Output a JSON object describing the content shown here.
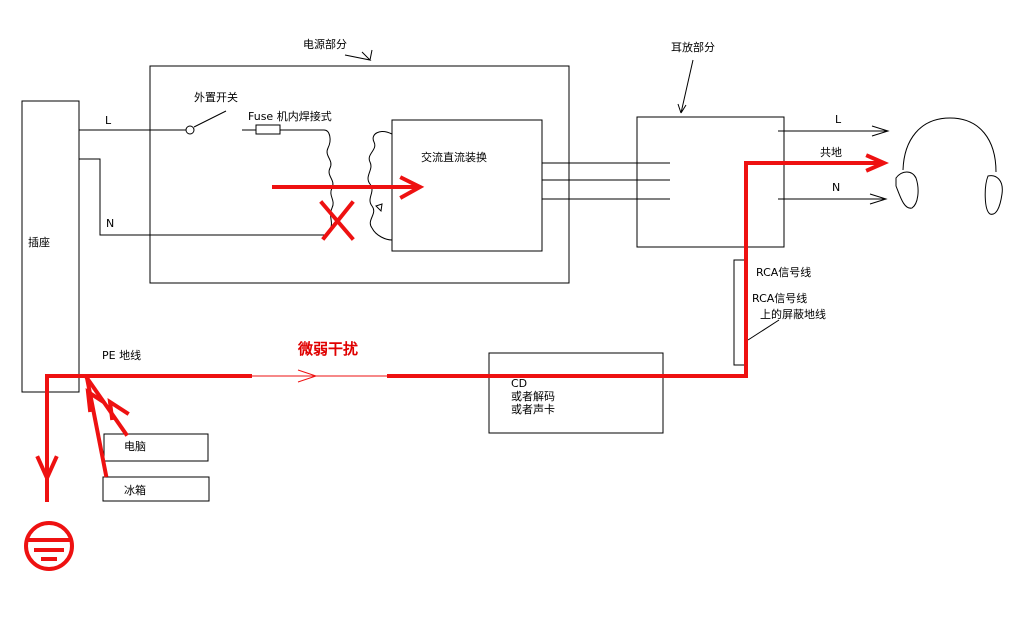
{
  "labels": {
    "power_section": "电源部分",
    "amp_section": "耳放部分",
    "external_switch": "外置开关",
    "fuse": "Fuse 机内焊接式",
    "acdc": "交流直流装换",
    "socket": "插座",
    "line_l": "L",
    "line_n": "N",
    "out_l": "L",
    "common_ground": "共地",
    "out_n": "N",
    "rca_signal": "RCA信号线",
    "rca_shield_1": "RCA信号线",
    "rca_shield_2": "上的屏蔽地线",
    "pe_ground": "PE 地线",
    "weak_interference": "微弱干扰",
    "cd_1": "CD",
    "cd_2": "或者解码",
    "cd_3": "或者声卡",
    "computer": "电脑",
    "fridge": "冰箱"
  },
  "colors": {
    "ground_path": "#ee1111",
    "lines": "#000000",
    "background": "#ffffff"
  },
  "icons": [
    "earth-ground-icon",
    "headphones-icon",
    "blocked-x-icon"
  ]
}
